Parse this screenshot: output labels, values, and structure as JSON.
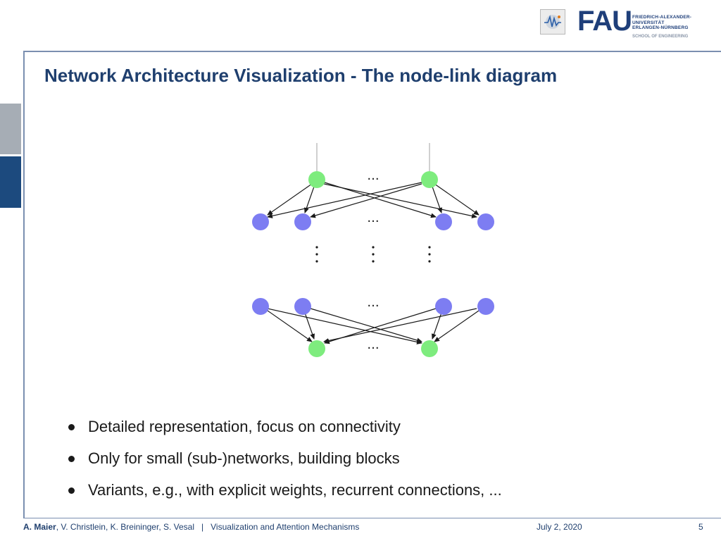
{
  "header": {
    "logo_mark": "FAU",
    "university_lines": [
      "FRIEDRICH-ALEXANDER-",
      "UNIVERSITÄT",
      "ERLANGEN-NÜRNBERG"
    ],
    "school": "SCHOOL OF ENGINEERING"
  },
  "slide": {
    "title": "Network Architecture Visualization - The node-link diagram",
    "bullets": [
      "Detailed representation, focus on connectivity",
      "Only for small (sub-)networks, building blocks",
      "Variants, e.g., with explicit weights, recurrent connections, ..."
    ]
  },
  "diagram": {
    "colors": {
      "io_node": "#7eec7e",
      "hidden_node": "#7d7df2",
      "edge": "#1a1a1a",
      "input_line": "#b0b0b0"
    },
    "ellipsis": "..."
  },
  "footer": {
    "lead_author": "A. Maier",
    "coauthors": ", V. Christlein, K. Breininger, S. Vesal",
    "separator": "|",
    "lecture": "Visualization and Attention Mechanisms",
    "date": "July 2, 2020",
    "page": "5"
  }
}
